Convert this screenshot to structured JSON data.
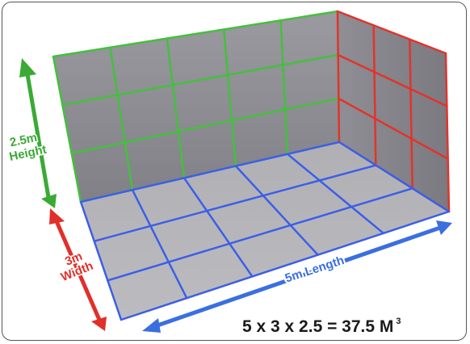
{
  "dimensions": {
    "height": {
      "value": "2.5m",
      "word": "Height",
      "color": "#3aaa35"
    },
    "width": {
      "value": "3m",
      "word": "Width",
      "color": "#e0302a"
    },
    "length": {
      "label": "5m Length",
      "color": "#3b6fe0"
    }
  },
  "formula": {
    "text": "5 x 3 x 2.5 = 37.5 M",
    "exponent": "3"
  },
  "grid": {
    "back_wall": {
      "cols": 5,
      "rows": 3,
      "color": "#44c03c"
    },
    "side_wall": {
      "cols": 3,
      "rows": 3,
      "color": "#e3332b"
    },
    "floor": {
      "cols": 5,
      "rows": 3,
      "color": "#3c5ee8"
    }
  },
  "colors": {
    "panel_fill": "#8d8d92",
    "panel_light": "#a4a4a8",
    "floor_fill": "#b4b4b8"
  }
}
